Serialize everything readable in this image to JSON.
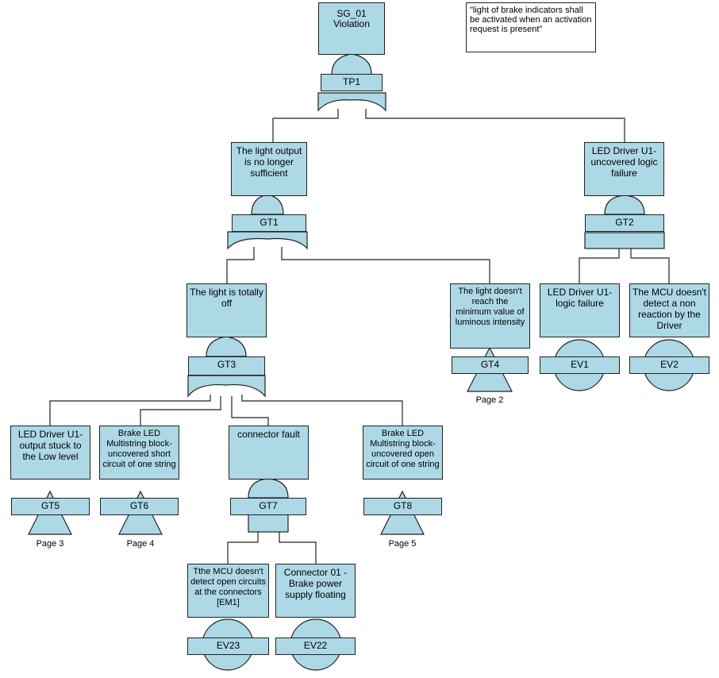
{
  "note": "\"light of brake indicators shall be activated when an activation request is present\"",
  "events": {
    "top": "SG_01 Violation",
    "light_output": "The light output is no longer sufficient",
    "driver_logic_uncovered": "LED Driver U1-uncovered logic failure",
    "totally_off": "The light is totally off",
    "min_intensity": "The light doesn't reach the minimum value of luminous intensity",
    "driver_logic": "LED Driver U1-logic failure",
    "mcu_no_reaction": "The MCU doesn't detect a non reaction by the Driver",
    "stuck_low": "LED Driver U1-output stuck to the Low level",
    "short_circuit": "Brake LED Multistring block-uncovered short circuit of one string",
    "connector_fault": "connector fault",
    "open_circuit": "Brake LED Multistring block-uncovered open circuit of one string",
    "mcu_open": "Tthe MCU doesn't detect open circuits at the connectors [EM1]",
    "connector_floating": "Connector 01 - Brake power supply floating"
  },
  "gates": {
    "tp1": "TP1",
    "gt1": "GT1",
    "gt2": "GT2",
    "gt3": "GT3",
    "gt4": "GT4",
    "gt5": "GT5",
    "gt6": "GT6",
    "gt7": "GT7",
    "gt8": "GT8"
  },
  "basic_events": {
    "ev1": "EV1",
    "ev2": "EV2",
    "ev23": "EV23",
    "ev22": "EV22"
  },
  "pages": {
    "gt4": "Page 2",
    "gt5": "Page 3",
    "gt6": "Page 4",
    "gt8": "Page 5"
  },
  "colors": {
    "fill": "#add8e6",
    "stroke": "#222222"
  }
}
